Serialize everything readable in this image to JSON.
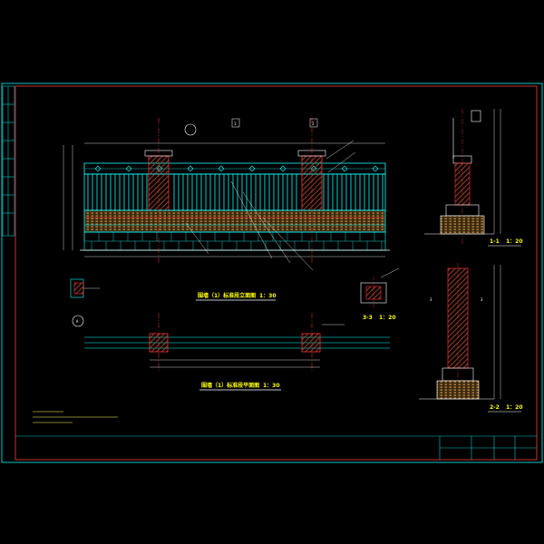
{
  "colors": {
    "background": "#000000",
    "frame_outer": "#00c8c8",
    "frame_inner": "#ff3c3c",
    "line_cyan": "#00ffff",
    "line_green": "#00ff00",
    "line_white": "#ffffff",
    "line_red": "#ff3030",
    "label_yellow": "#ffff00",
    "brick": "#c05030",
    "gravel": "#c08040",
    "post_fill": "#a04030"
  },
  "drawing": {
    "elevation_title": "围墙（1）标准段立面图",
    "elevation_scale": "1：30",
    "plan_title": "围墙（1）标准段平面图",
    "plan_scale": "1：30",
    "section_1_title": "1-1",
    "section_1_scale": "1：20",
    "section_2_title": "2-2",
    "section_2_scale": "1：20",
    "section_3_title": "3-3",
    "section_3_scale": "1：20",
    "section_mark_1": "1",
    "section_mark_2": "2",
    "section_mark_3": "3",
    "detail_mark": "A"
  }
}
